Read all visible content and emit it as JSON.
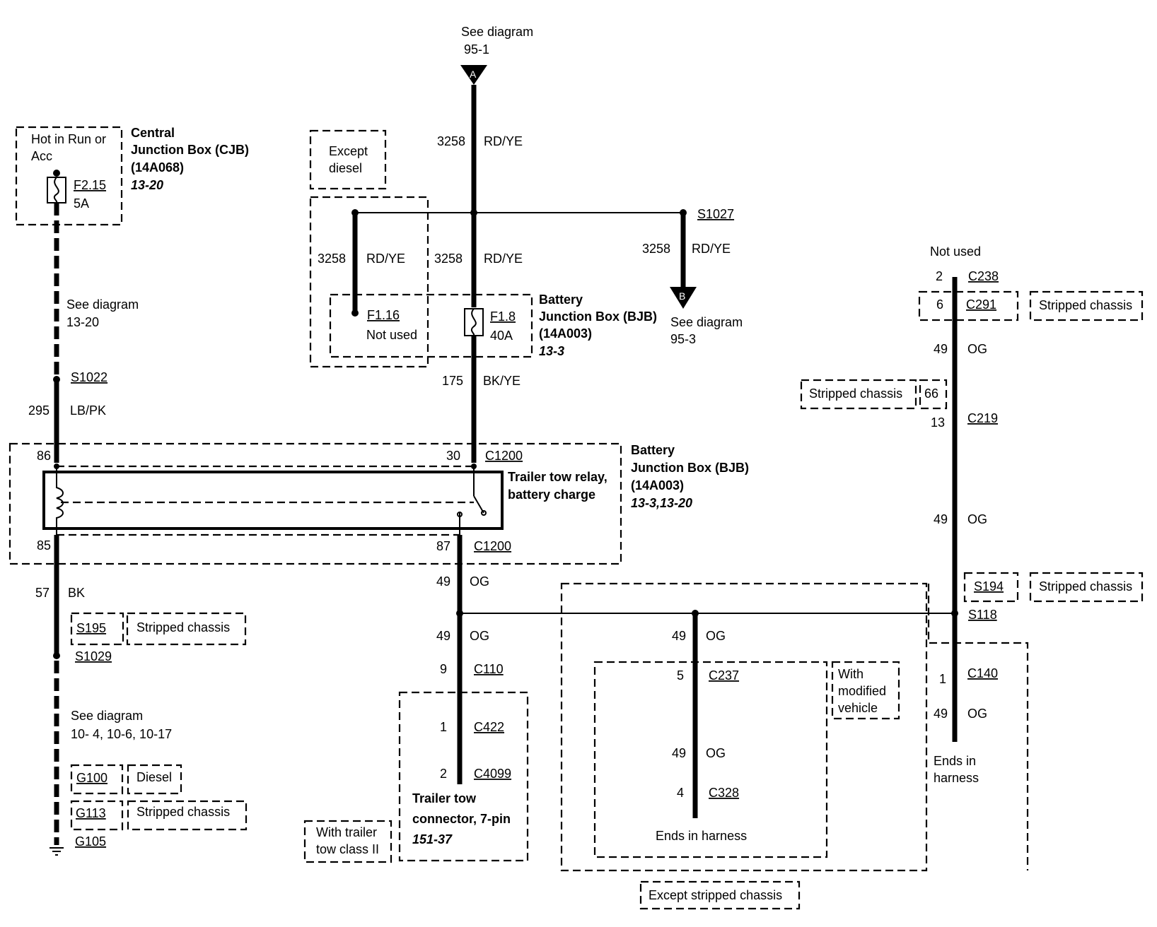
{
  "top": {
    "see_diagram": "See diagram",
    "ref": "95-1",
    "connector_a": "A"
  },
  "cjb": {
    "hot_in_run_1": "Hot in Run or",
    "hot_in_run_2": "Acc",
    "fuse": "F2.15",
    "fuse_rating": "5A",
    "title_1": "Central",
    "title_2": "Junction Box (CJB)",
    "part": "(14A068)",
    "ref": "13-20"
  },
  "left": {
    "see_diagram": "See diagram",
    "see_ref": "13-20",
    "splice": "S1022",
    "circuit": "295",
    "color": "LB/PK",
    "pin_86": "86",
    "pin_85": "85",
    "circuit2": "57",
    "color2": "BK",
    "s195": "S195",
    "s195_note": "Stripped chassis",
    "s1029": "S1029",
    "see_diagram2": "See diagram",
    "see_ref2": "10- 4, 10-6,  10-17",
    "g100": "G100",
    "g100_note": "Diesel",
    "g113": "G113",
    "g113_note": "Stripped chassis",
    "g105": "G105"
  },
  "except_diesel": {
    "line1": "Except",
    "line2": "diesel"
  },
  "center": {
    "circuit": "3258",
    "color": "RD/YE",
    "fuse_nu": "F1.16",
    "fuse_nu_note": "Not used",
    "fuse": "F1.8",
    "fuse_rating": "40A",
    "bjb_title_1": "Battery",
    "bjb_title_2": "Junction Box (BJB)",
    "bjb_part": "(14A003)",
    "bjb_ref": "13-3",
    "circuit2": "175",
    "color2": "BK/YE",
    "pin_30": "30",
    "c1200": "C1200",
    "pin_87": "87",
    "c1200_b": "C1200",
    "relay_1": "Trailer tow relay,",
    "relay_2": "battery charge",
    "bjb2_title_1": "Battery",
    "bjb2_title_2": "Junction Box (BJB)",
    "bjb2_part": "(14A003)",
    "bjb2_ref": "13-3,13-20",
    "circuit3": "49",
    "color3": "OG",
    "pin_9": "9",
    "c110": "C110",
    "pin_1": "1",
    "c422": "C422",
    "pin_2": "2",
    "c4099": "C4099",
    "trailer_1": "Trailer tow",
    "trailer_2": "connector, 7-pin",
    "trailer_ref": "151-37",
    "with_trailer_1": "With trailer",
    "with_trailer_2": "tow class II"
  },
  "s1027": {
    "splice": "S1027",
    "circuit": "3258",
    "color": "RD/YE",
    "connector_b": "B",
    "see_diagram": "See diagram",
    "ref": "95-3"
  },
  "mid": {
    "circuit": "49",
    "color": "OG",
    "pin_5": "5",
    "c237": "C237",
    "pin_4": "4",
    "c328": "C328",
    "ends": "Ends in harness",
    "with_mod_1": "With",
    "with_mod_2": "modified",
    "with_mod_3": "vehicle",
    "except_stripped": "Except stripped chassis"
  },
  "right": {
    "not_used": "Not used",
    "pin_2": "2",
    "c238": "C238",
    "pin_6": "6",
    "c291": "C291",
    "c291_note": "Stripped chassis",
    "circuit": "49",
    "color": "OG",
    "stripped": "Stripped chassis",
    "pin_66": "66",
    "pin_13": "13",
    "c219": "C219",
    "s194": "S194",
    "s194_note": "Stripped chassis",
    "s118": "S118",
    "pin_1": "1",
    "c140": "C140",
    "ends_1": "Ends in",
    "ends_2": "harness"
  }
}
